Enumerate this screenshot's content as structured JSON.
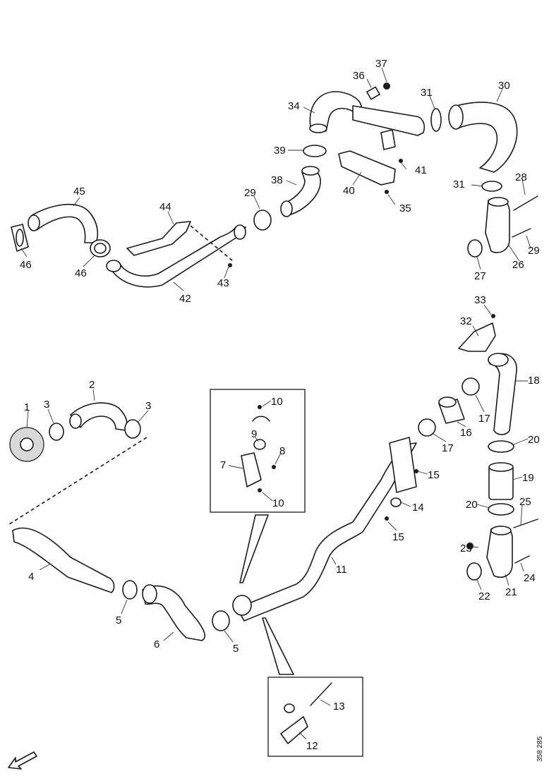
{
  "callouts": [
    {
      "id": "c1",
      "text": "1"
    },
    {
      "id": "c2",
      "text": "2"
    },
    {
      "id": "c3a",
      "text": "3"
    },
    {
      "id": "c3b",
      "text": "3"
    },
    {
      "id": "c4",
      "text": "4"
    },
    {
      "id": "c5a",
      "text": "5"
    },
    {
      "id": "c5b",
      "text": "5"
    },
    {
      "id": "c6",
      "text": "6"
    },
    {
      "id": "c7",
      "text": "7"
    },
    {
      "id": "c8",
      "text": "8"
    },
    {
      "id": "c9",
      "text": "9"
    },
    {
      "id": "c10a",
      "text": "10"
    },
    {
      "id": "c10b",
      "text": "10"
    },
    {
      "id": "c11",
      "text": "11"
    },
    {
      "id": "c12",
      "text": "12"
    },
    {
      "id": "c13",
      "text": "13"
    },
    {
      "id": "c14",
      "text": "14"
    },
    {
      "id": "c15a",
      "text": "15"
    },
    {
      "id": "c15b",
      "text": "15"
    },
    {
      "id": "c16",
      "text": "16"
    },
    {
      "id": "c17a",
      "text": "17"
    },
    {
      "id": "c17b",
      "text": "17"
    },
    {
      "id": "c18",
      "text": "18"
    },
    {
      "id": "c19",
      "text": "19"
    },
    {
      "id": "c20a",
      "text": "20"
    },
    {
      "id": "c20b",
      "text": "20"
    },
    {
      "id": "c21",
      "text": "21"
    },
    {
      "id": "c22",
      "text": "22"
    },
    {
      "id": "c23",
      "text": "23"
    },
    {
      "id": "c24",
      "text": "24"
    },
    {
      "id": "c25",
      "text": "25"
    },
    {
      "id": "c26",
      "text": "26"
    },
    {
      "id": "c27",
      "text": "27"
    },
    {
      "id": "c28",
      "text": "28"
    },
    {
      "id": "c29a",
      "text": "29"
    },
    {
      "id": "c29b",
      "text": "29"
    },
    {
      "id": "c30",
      "text": "30"
    },
    {
      "id": "c31a",
      "text": "31"
    },
    {
      "id": "c31b",
      "text": "31"
    },
    {
      "id": "c32",
      "text": "32"
    },
    {
      "id": "c33",
      "text": "33"
    },
    {
      "id": "c34",
      "text": "34"
    },
    {
      "id": "c35",
      "text": "35"
    },
    {
      "id": "c36",
      "text": "36"
    },
    {
      "id": "c37",
      "text": "37"
    },
    {
      "id": "c38",
      "text": "38"
    },
    {
      "id": "c39",
      "text": "39"
    },
    {
      "id": "c40",
      "text": "40"
    },
    {
      "id": "c41",
      "text": "41"
    },
    {
      "id": "c42",
      "text": "42"
    },
    {
      "id": "c43",
      "text": "43"
    },
    {
      "id": "c44",
      "text": "44"
    },
    {
      "id": "c45",
      "text": "45"
    },
    {
      "id": "c46a",
      "text": "46"
    },
    {
      "id": "c46b",
      "text": "46"
    }
  ],
  "reference_code": "358 285",
  "icons": {
    "direction_arrow": "front-direction-arrow-icon"
  }
}
